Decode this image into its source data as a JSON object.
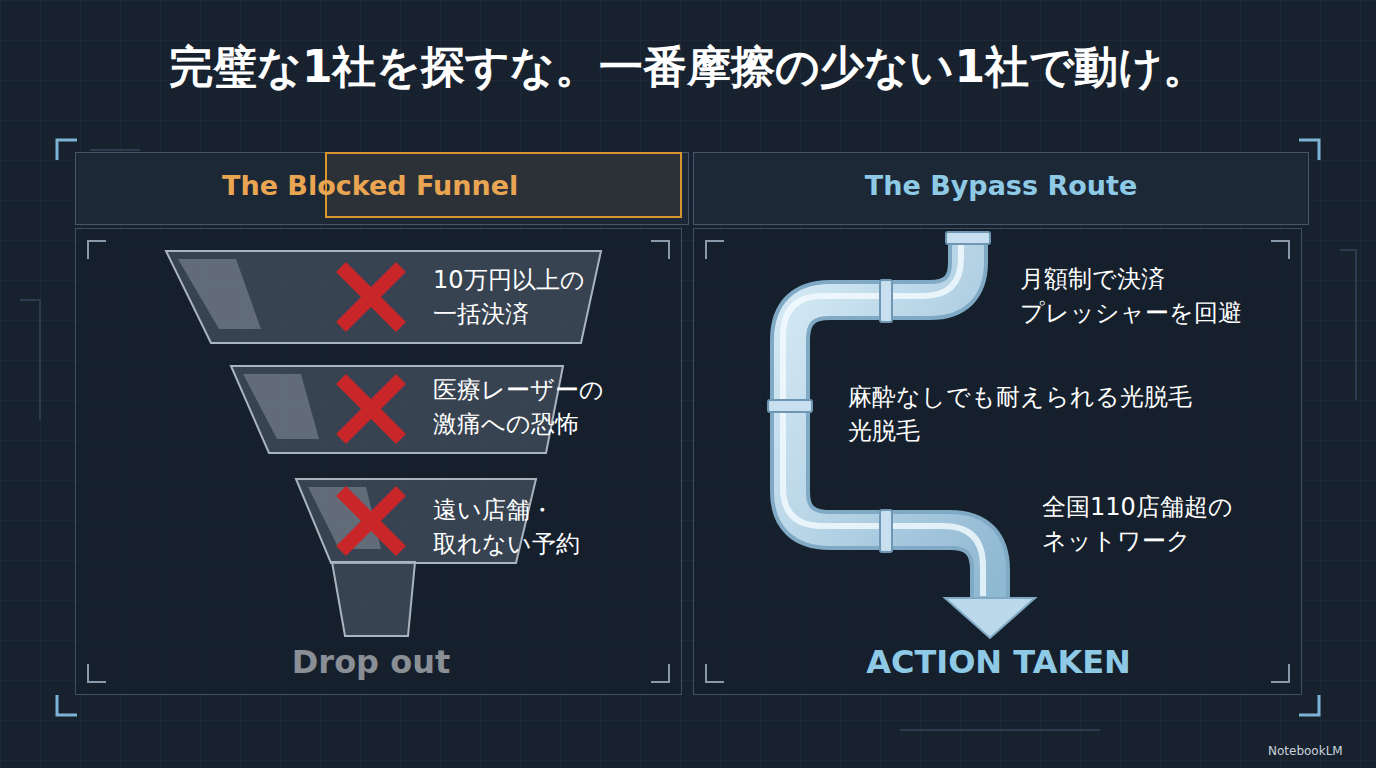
{
  "diagram": {
    "title": "完璧な1社を探すな。一番摩擦の少ない1社で動け。",
    "nodes": [
      {
        "text": [
          "The Blocked Funnel"
        ]
      },
      {
        "text": [
          "Drop out"
        ]
      },
      {
        "text": [
          "10万円以上の 一括決済"
        ],
        "in": 1
      },
      {
        "text": [
          "医療レーザーの 激痛への恐怖"
        ],
        "in": 1
      },
      {
        "text": [
          "遠い店舗・ 取れない予約"
        ],
        "in": 1
      },
      {
        "text": [
          "The Bypass Route"
        ]
      },
      {
        "text": [
          "ACTION TAKEN"
        ]
      }
    ],
    "labels": [
      "月額制で決済 プレッシャーを回避",
      "麻酔なしでも耐えられる光脱毛 光脱毛",
      "全国110店舗超の ネットワーク",
      "NotebookLM"
    ]
  }
}
